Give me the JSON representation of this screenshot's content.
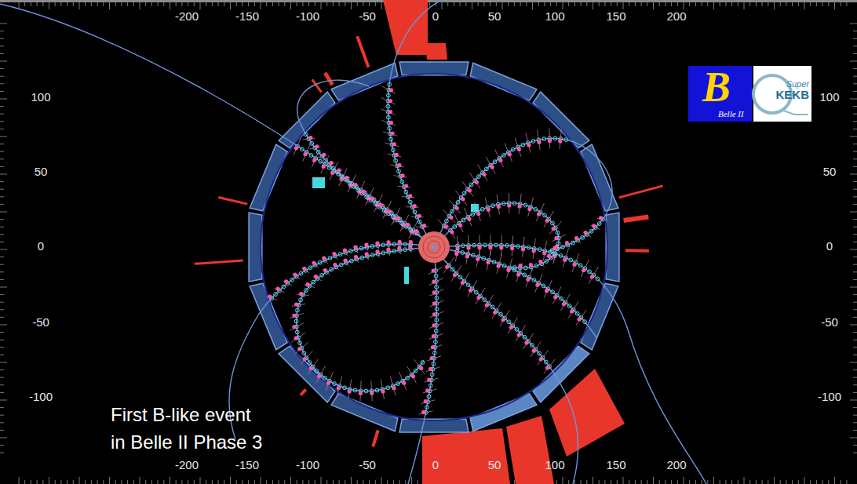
{
  "diagram": {
    "caption": "First B-like event in Belle II Phase 3",
    "nodes": [
      {
        "text": [
          "B",
          "Belle II"
        ]
      },
      {
        "text": [
          "Super",
          "KEKB"
        ]
      }
    ],
    "labels": [
      "-200",
      "-150",
      "-100",
      "-50",
      "0",
      "50",
      "100",
      "150",
      "200",
      "100",
      "50",
      "0",
      "-50",
      "-100",
      "100",
      "50",
      "0",
      "-50",
      "-100",
      "-200",
      "-150",
      "-100",
      "-50",
      "0",
      "50",
      "100",
      "150",
      "200"
    ]
  }
}
